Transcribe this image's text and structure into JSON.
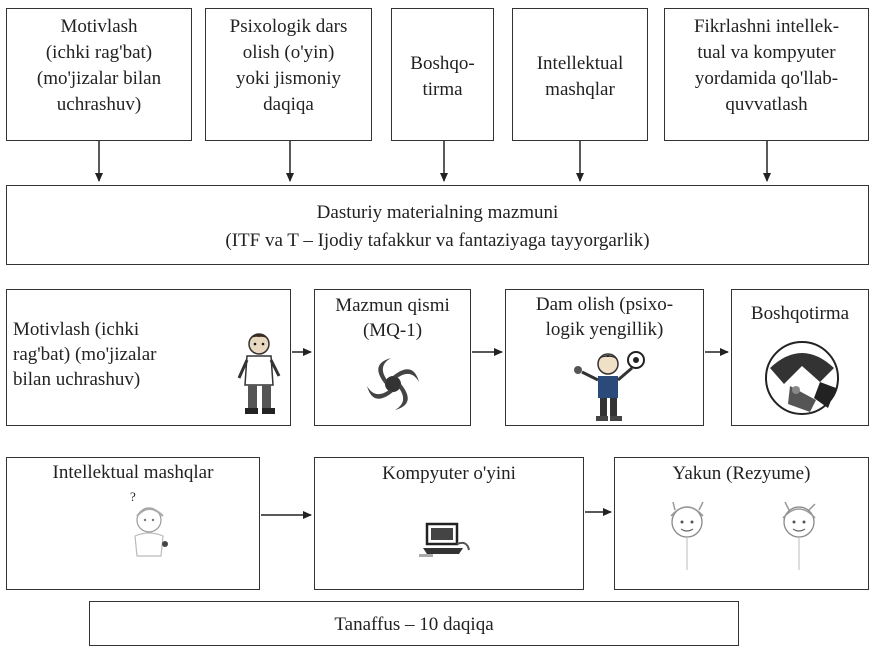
{
  "top_boxes": [
    "Motivlash\n(ichki rag'bat)\n(mo'jizalar bilan\nuchrashuv)",
    "Psixologik dars\nolish (o'yin)\nyoki jismoniy\ndaqiqa",
    "Boshqo-\ntirma",
    "Intellektual\nmashqlar",
    "Fikrlashni intellek-\ntual va kompyuter\nyordamida qo'llab-\nquvvatlash"
  ],
  "content_box": {
    "line1": "Dasturiy materialning mazmuni",
    "line2": "(ITF va T – Ijodiy tafakkur va fantaziyaga tayyorgarlik)"
  },
  "row2": [
    "Motivlash (ichki\nrag'bat) (mo'jizalar\nbilan uchrashuv)",
    "Mazmun qismi\n(MQ-1)",
    "Dam olish (psixo-\nlogik yengillik)",
    "Boshqotirma"
  ],
  "row3": [
    "Intellektual mashqlar",
    "Kompyuter o'yini",
    "Yakun (Rezyume)"
  ],
  "row3_mark": "?",
  "footer": "Tanaffus – 10 daqiqa"
}
